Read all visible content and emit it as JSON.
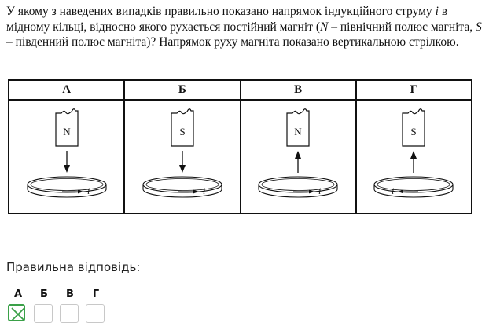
{
  "question": {
    "p1": "У якому з наведених випадків правильно показано напрямок індукційного струму ",
    "current_symbol": "i",
    "p2": " в мідному кільці, відносно якого рухається постійний магніт (",
    "north_symbol": "N",
    "p3": " – північний полюс магніта, ",
    "south_symbol": "S",
    "p4": " – південний полюс магніта)? Напрямок руху магніта показано вертикальною стрілкою."
  },
  "options": [
    {
      "letter": "А",
      "pole": "N",
      "motion": "down",
      "current_direction": "right",
      "current_label": "i"
    },
    {
      "letter": "Б",
      "pole": "S",
      "motion": "down",
      "current_direction": "right",
      "current_label": "i"
    },
    {
      "letter": "В",
      "pole": "N",
      "motion": "up",
      "current_direction": "right",
      "current_label": "i"
    },
    {
      "letter": "Г",
      "pole": "S",
      "motion": "up",
      "current_direction": "left",
      "current_label": "i"
    }
  ],
  "answer": {
    "heading": "Правильна відповідь:",
    "choices": [
      "А",
      "Б",
      "В",
      "Г"
    ],
    "selected_index": 0,
    "selected_color": "#3aa048"
  }
}
